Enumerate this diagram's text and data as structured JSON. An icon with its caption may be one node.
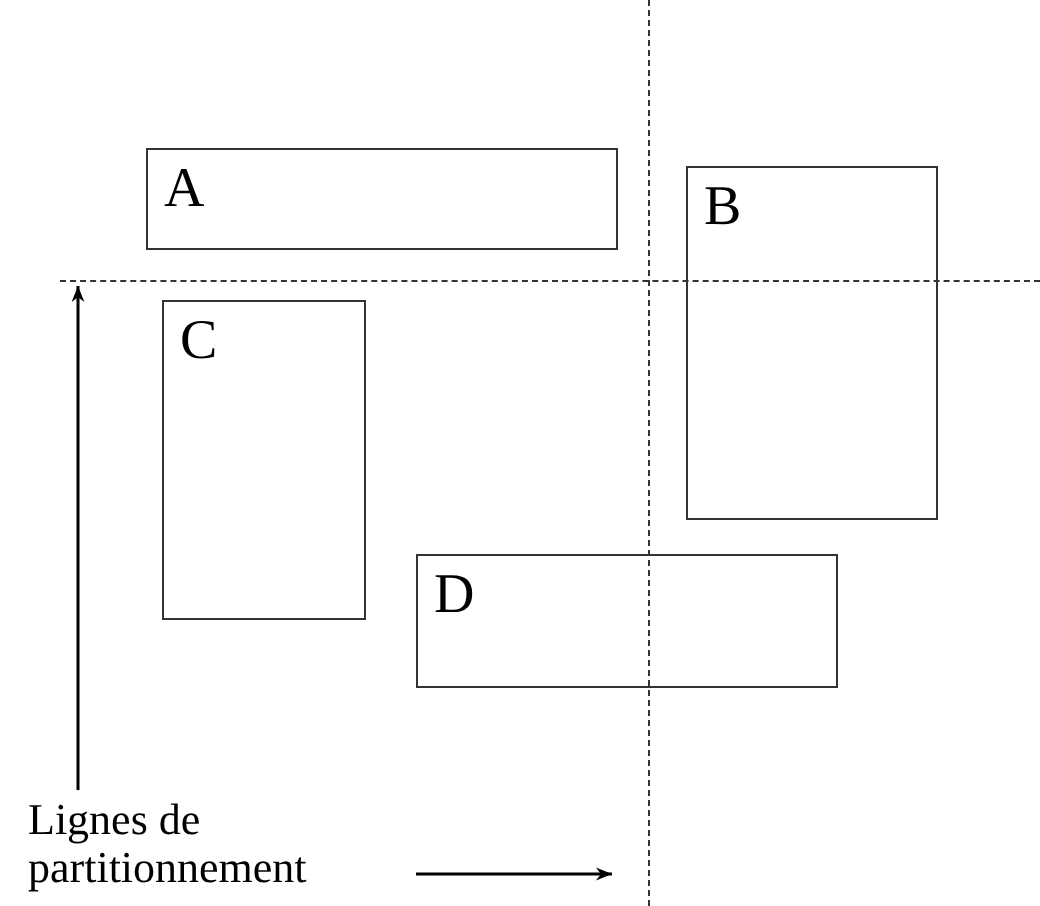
{
  "diagram": {
    "nodes": [
      {
        "text": [
          "A"
        ]
      },
      {
        "text": [
          "B"
        ]
      },
      {
        "text": [
          "C"
        ]
      },
      {
        "text": [
          "D"
        ]
      },
      {
        "text": [
          "Lignes de partitionnement"
        ]
      },
      {
        "text": [],
        "shape": "line"
      },
      {
        "text": [],
        "shape": "line"
      }
    ],
    "edges": [
      {
        "from": 4,
        "to": 5,
        "arrow": "to"
      },
      {
        "from": 4,
        "to": 6,
        "arrow": "to"
      }
    ]
  }
}
